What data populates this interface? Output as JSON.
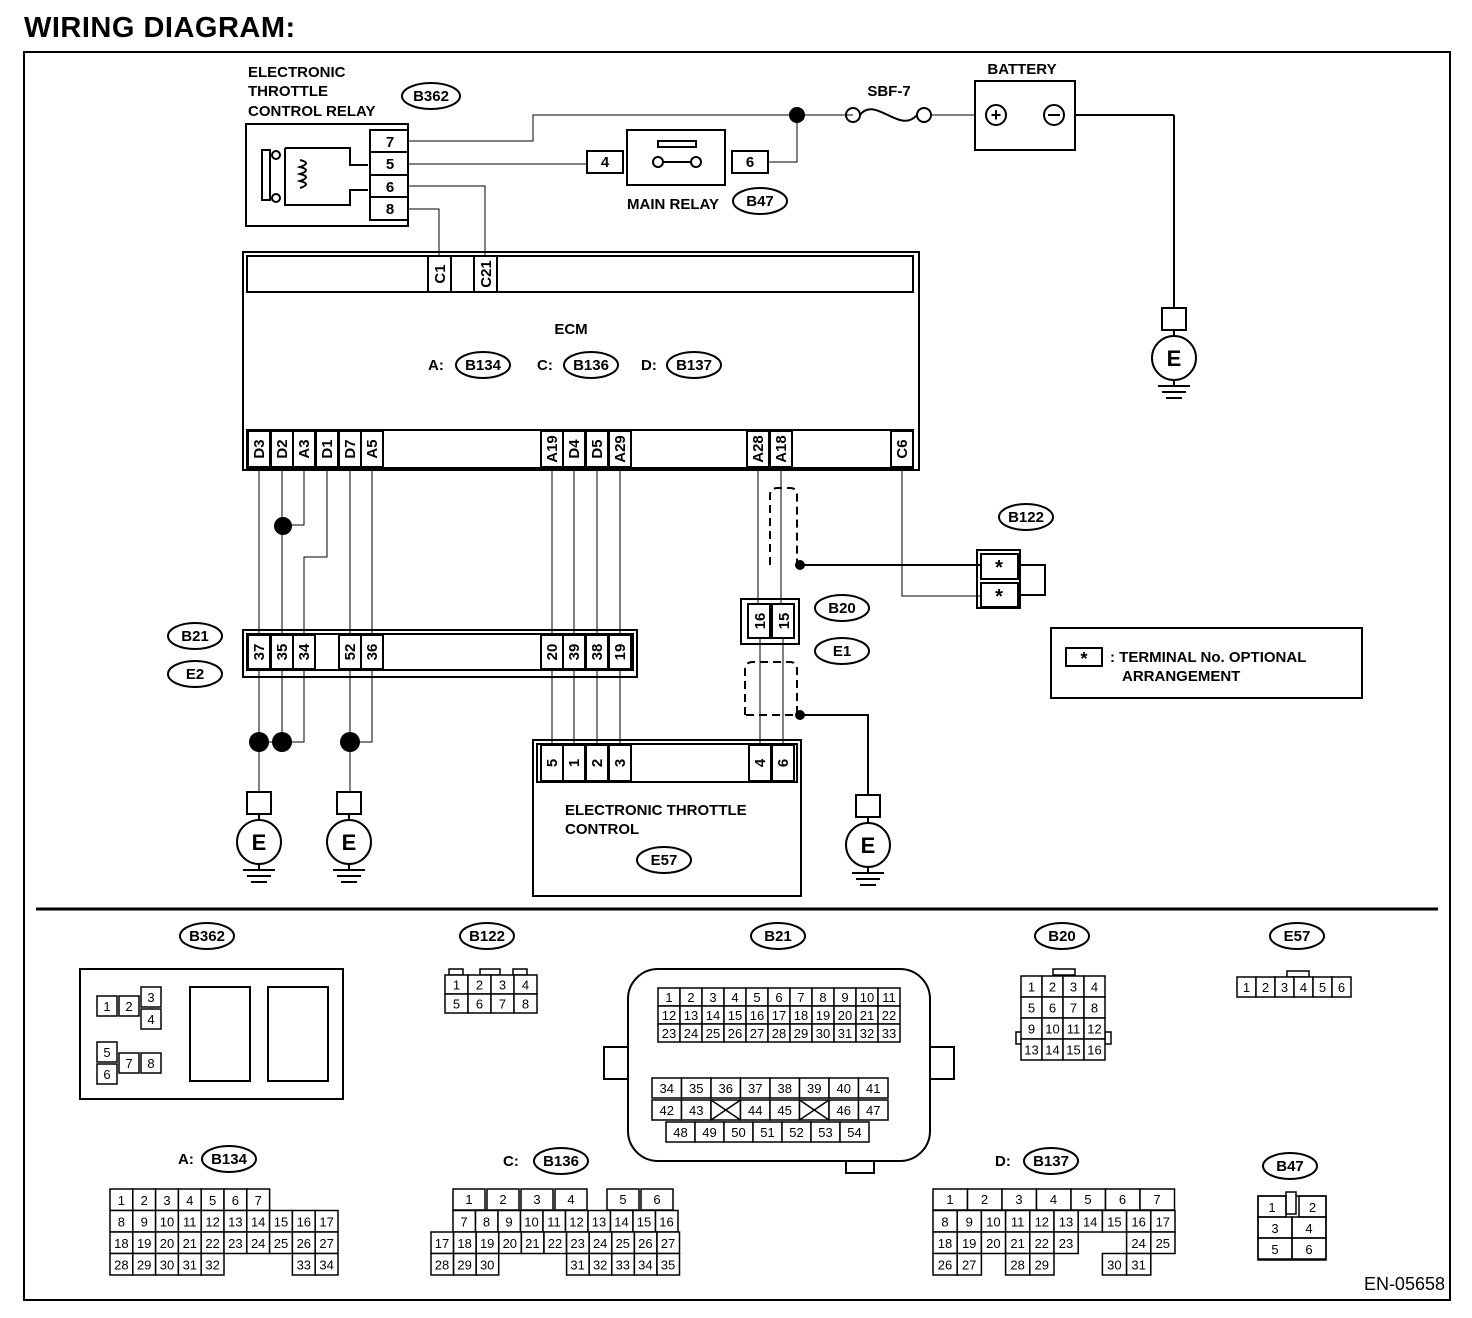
{
  "title": "WIRING DIAGRAM:",
  "doc_id": "EN-05658",
  "relay": {
    "name": [
      "ELECTRONIC",
      "THROTTLE",
      "CONTROL RELAY"
    ],
    "conn": "B362",
    "pins": [
      "7",
      "5",
      "6",
      "8"
    ]
  },
  "battery": {
    "name": "BATTERY",
    "fuse": "SBF-7"
  },
  "main_relay": {
    "name": "MAIN RELAY",
    "conn": "B47",
    "pin_a": "4",
    "pin_b": "6"
  },
  "ecm": {
    "name": "ECM",
    "conns": [
      {
        "prefix": "A:",
        "code": "B134"
      },
      {
        "prefix": "C:",
        "code": "B136"
      },
      {
        "prefix": "D:",
        "code": "B137"
      }
    ],
    "top_pins": [
      "C1",
      "C21"
    ],
    "bottom_pins": [
      "D3",
      "D2",
      "A3",
      "D1",
      "D7",
      "A5",
      "A19",
      "D4",
      "D5",
      "A29",
      "A28",
      "A18",
      "C6"
    ]
  },
  "ground": "E",
  "b122": {
    "code": "B122",
    "mark": "*"
  },
  "b21": {
    "codes": [
      "B21",
      "E2"
    ],
    "pins": [
      "37",
      "35",
      "34",
      "52",
      "36",
      "20",
      "39",
      "38",
      "19"
    ]
  },
  "b20": {
    "codes": [
      "B20",
      "E1"
    ],
    "pins": [
      "16",
      "15"
    ]
  },
  "etc": {
    "name": [
      "ELECTRONIC THROTTLE",
      "CONTROL"
    ],
    "conn": "E57",
    "pins": [
      "5",
      "1",
      "2",
      "3",
      "4",
      "6"
    ]
  },
  "legend": {
    "mark": "*",
    "lines": [
      ": TERMINAL No. OPTIONAL",
      "ARRANGEMENT"
    ]
  },
  "faces": {
    "b362": {
      "code": "B362",
      "cells": [
        "1",
        "2",
        "3",
        "4",
        "5",
        "6",
        "7",
        "8"
      ]
    },
    "b122": {
      "code": "B122",
      "rows": [
        [
          "1",
          "2",
          "3",
          "4"
        ],
        [
          "5",
          "6",
          "7",
          "8"
        ]
      ]
    },
    "b21": {
      "code": "B21",
      "rows": [
        [
          "1",
          "2",
          "3",
          "4",
          "5",
          "6",
          "7",
          "8",
          "9",
          "10",
          "11"
        ],
        [
          "12",
          "13",
          "14",
          "15",
          "16",
          "17",
          "18",
          "19",
          "20",
          "21",
          "22"
        ],
        [
          "23",
          "24",
          "25",
          "26",
          "27",
          "28",
          "29",
          "30",
          "31",
          "32",
          "33"
        ]
      ],
      "rows_b": [
        [
          "34",
          "35",
          "36",
          "37",
          "38",
          "39",
          "40",
          "41"
        ],
        [
          "42",
          "43",
          "",
          "44",
          "45",
          "",
          "46",
          "47"
        ],
        [
          "48",
          "49",
          "50",
          "51",
          "52",
          "53",
          "54"
        ]
      ]
    },
    "b20": {
      "code": "B20",
      "rows": [
        [
          "1",
          "2",
          "3",
          "4"
        ],
        [
          "5",
          "6",
          "7",
          "8"
        ],
        [
          "9",
          "10",
          "11",
          "12"
        ],
        [
          "13",
          "14",
          "15",
          "16"
        ]
      ]
    },
    "e57": {
      "code": "E57",
      "row": [
        "1",
        "2",
        "3",
        "4",
        "5",
        "6"
      ]
    },
    "b134": {
      "prefix": "A:",
      "code": "B134",
      "rows": [
        [
          "1",
          "2",
          "3",
          "4",
          "5",
          "6",
          "7"
        ],
        [
          "8",
          "9",
          "10",
          "11",
          "12",
          "13",
          "14",
          "15",
          "16",
          "17"
        ],
        [
          "18",
          "19",
          "20",
          "21",
          "22",
          "23",
          "24",
          "25",
          "26",
          "27"
        ],
        [
          "28",
          "29",
          "30",
          "31",
          "32",
          "",
          "",
          "",
          "33",
          "34"
        ]
      ]
    },
    "b136": {
      "prefix": "C:",
      "code": "B136",
      "rows": [
        [
          "1",
          "2",
          "3",
          "4",
          "",
          "5",
          "6"
        ],
        [
          "7",
          "8",
          "9",
          "10",
          "11",
          "12",
          "13",
          "14",
          "15",
          "16"
        ],
        [
          "17",
          "18",
          "19",
          "20",
          "21",
          "22",
          "23",
          "24",
          "25",
          "26",
          "27"
        ],
        [
          "28",
          "29",
          "30",
          "",
          "",
          "31",
          "32",
          "33",
          "34",
          "35"
        ]
      ]
    },
    "b137": {
      "prefix": "D:",
      "code": "B137",
      "rows": [
        [
          "1",
          "2",
          "3",
          "4",
          "5",
          "6",
          "7"
        ],
        [
          "8",
          "9",
          "10",
          "11",
          "12",
          "13",
          "14",
          "15",
          "16",
          "17"
        ],
        [
          "18",
          "19",
          "20",
          "21",
          "22",
          "23",
          "",
          "",
          "24",
          "25"
        ],
        [
          "26",
          "27",
          "",
          "28",
          "29",
          "",
          "",
          "30",
          "31"
        ]
      ]
    },
    "b47": {
      "code": "B47",
      "cells": [
        "1",
        "2",
        "3",
        "4",
        "5",
        "6"
      ]
    }
  }
}
